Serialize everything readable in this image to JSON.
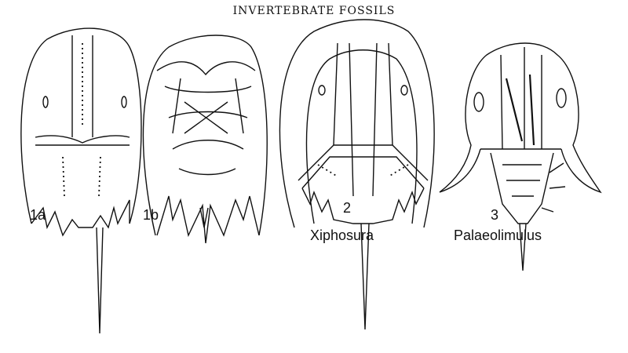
{
  "title": "INVERTEBRATE FOSSILS",
  "figures": [
    {
      "number": "1a",
      "name": ""
    },
    {
      "number": "1b",
      "name": ""
    },
    {
      "number": "2",
      "name": "Xiphosura"
    },
    {
      "number": "3",
      "name": "Palaeolimulus"
    }
  ]
}
